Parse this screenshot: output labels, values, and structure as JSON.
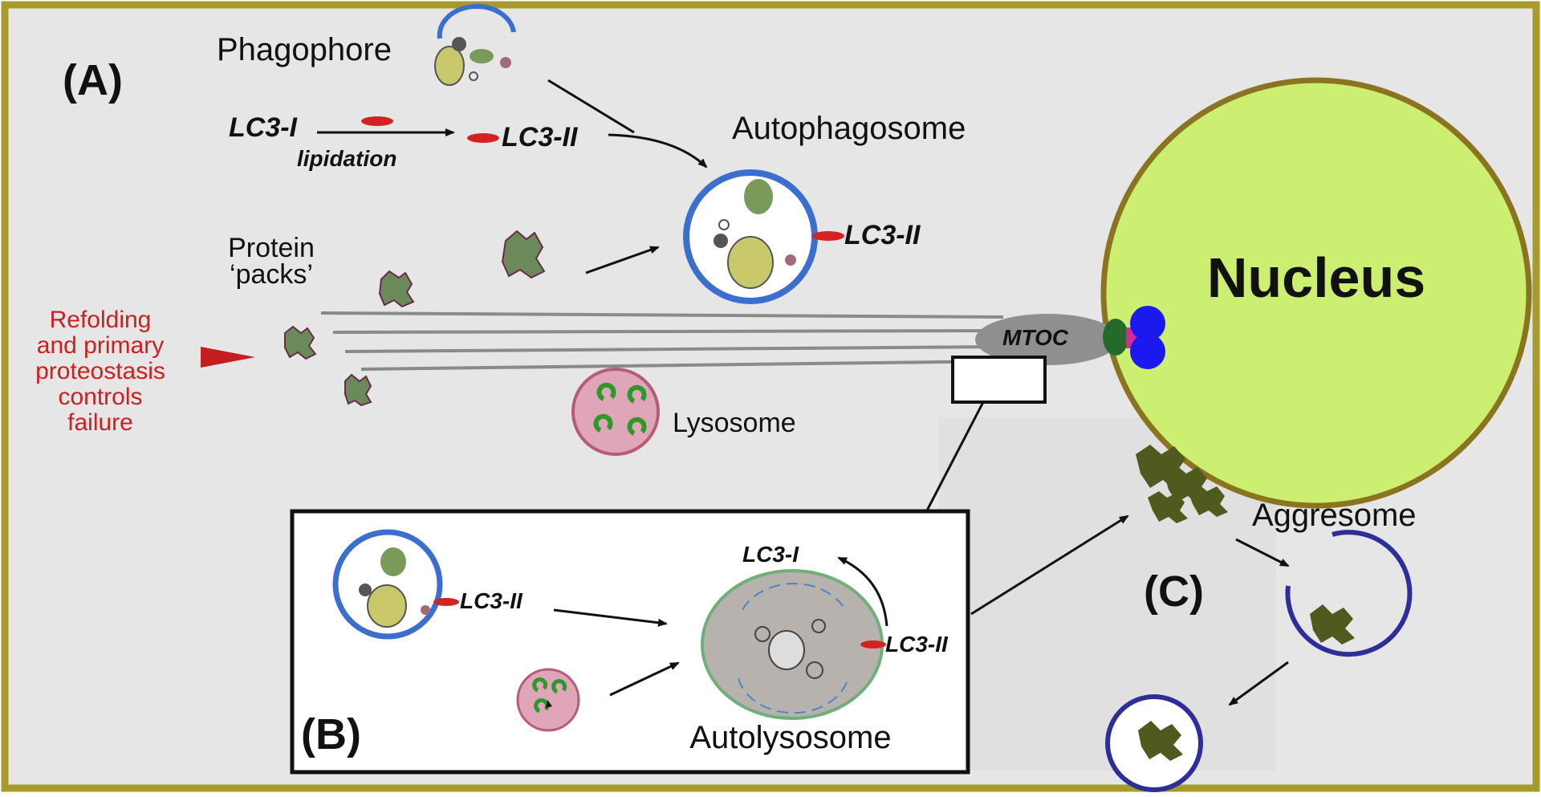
{
  "panel_labels": {
    "a": "(A)",
    "b": "(B)",
    "c": "(C)"
  },
  "top": {
    "phagophore": "Phagophore",
    "lc3_i": "LC3-I",
    "lipidation": "lipidation",
    "lc3_ii": "LC3-II",
    "autophagosome": "Autophagosome",
    "autophagosome_lc3_ii": "LC3-II",
    "protein_packs_line1": "Protein",
    "protein_packs_line2": "‘packs’",
    "mtoc": "MTOC",
    "lysosome": "Lysosome",
    "nucleus": "Nucleus",
    "aggresome": "Aggresome"
  },
  "failure_note": {
    "lines": [
      "Refolding",
      "and primary",
      "proteostasis",
      "controls",
      "failure"
    ],
    "color": "#cc1f1f"
  },
  "inset": {
    "lc3_ii_left": "LC3-II",
    "lc3_i": "LC3-I",
    "lc3_ii_right": "LC3-II",
    "autolysosome": "Autolysosome"
  },
  "colors": {
    "frame": "#a69a2a",
    "background": "#e6e6e6",
    "nucleus_fill": "#ccef72",
    "nucleus_ring": "#8a7420",
    "membrane_blue": "#3a6fd0",
    "lysosome_fill": "#e0a5b8",
    "lysosome_ring": "#b55d76",
    "aggregate_green": "#4f5a1e",
    "lc3_red": "#d42222",
    "centriole_blue": "#1a1aee",
    "centriole_green": "#246a2a",
    "link_magenta": "#d62a9a",
    "red_triangle": "#c41e1e"
  }
}
